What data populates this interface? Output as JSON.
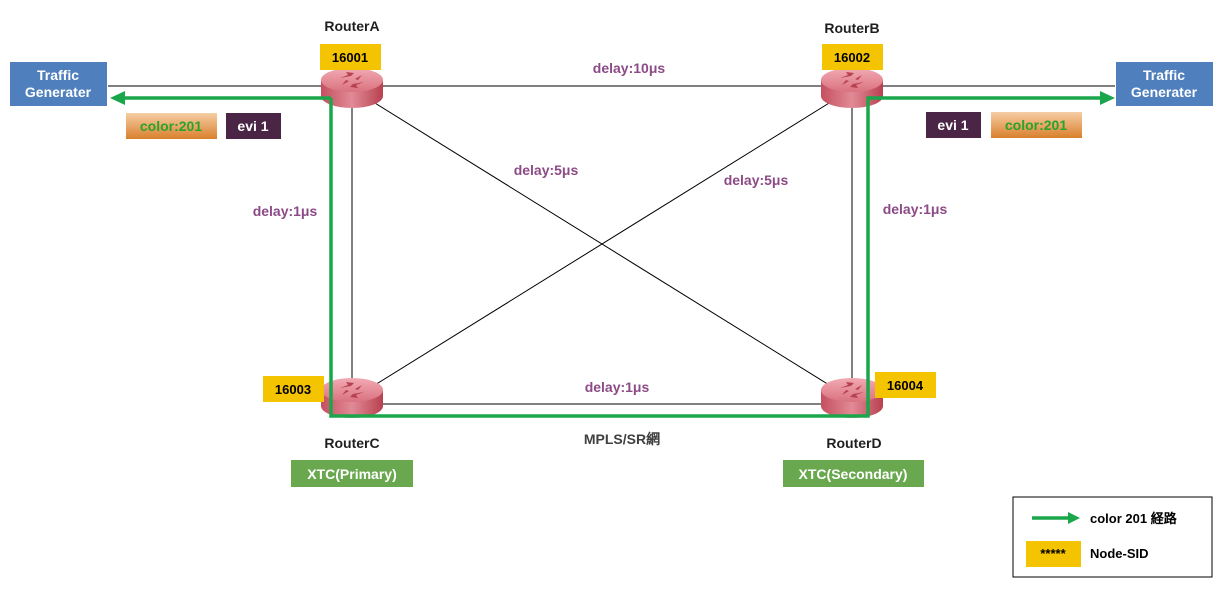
{
  "routers": {
    "a": {
      "name": "RouterA",
      "sid": "16001"
    },
    "b": {
      "name": "RouterB",
      "sid": "16002"
    },
    "c": {
      "name": "RouterC",
      "sid": "16003"
    },
    "d": {
      "name": "RouterD",
      "sid": "16004"
    }
  },
  "links": {
    "ab": "delay:10μs",
    "ad": "delay:5μs",
    "bc": "delay:5μs",
    "ac": "delay:1μs",
    "bd": "delay:1μs",
    "cd": "delay:1μs"
  },
  "traffic_generator": {
    "line1": "Traffic",
    "line2": "Generater"
  },
  "color_tag": "color:201",
  "evi_tag": "evi 1",
  "xtc": {
    "primary": "XTC(Primary)",
    "secondary": "XTC(Secondary)"
  },
  "network_label": "MPLS/SR網",
  "legend": {
    "path_label": "color 201 経路",
    "sid_sample": "*****",
    "sid_label": "Node-SID"
  },
  "colors": {
    "path": "#1aa64a",
    "sid_box": "#f5c400",
    "traffic_gen": "#4f7fbd",
    "evi_box": "#4a2545",
    "xtc_box": "#6aa84f",
    "delay_text": "#8c4a86",
    "router": "#d9727f"
  },
  "icons": {
    "router": "router-icon",
    "arrow": "arrow-icon"
  }
}
